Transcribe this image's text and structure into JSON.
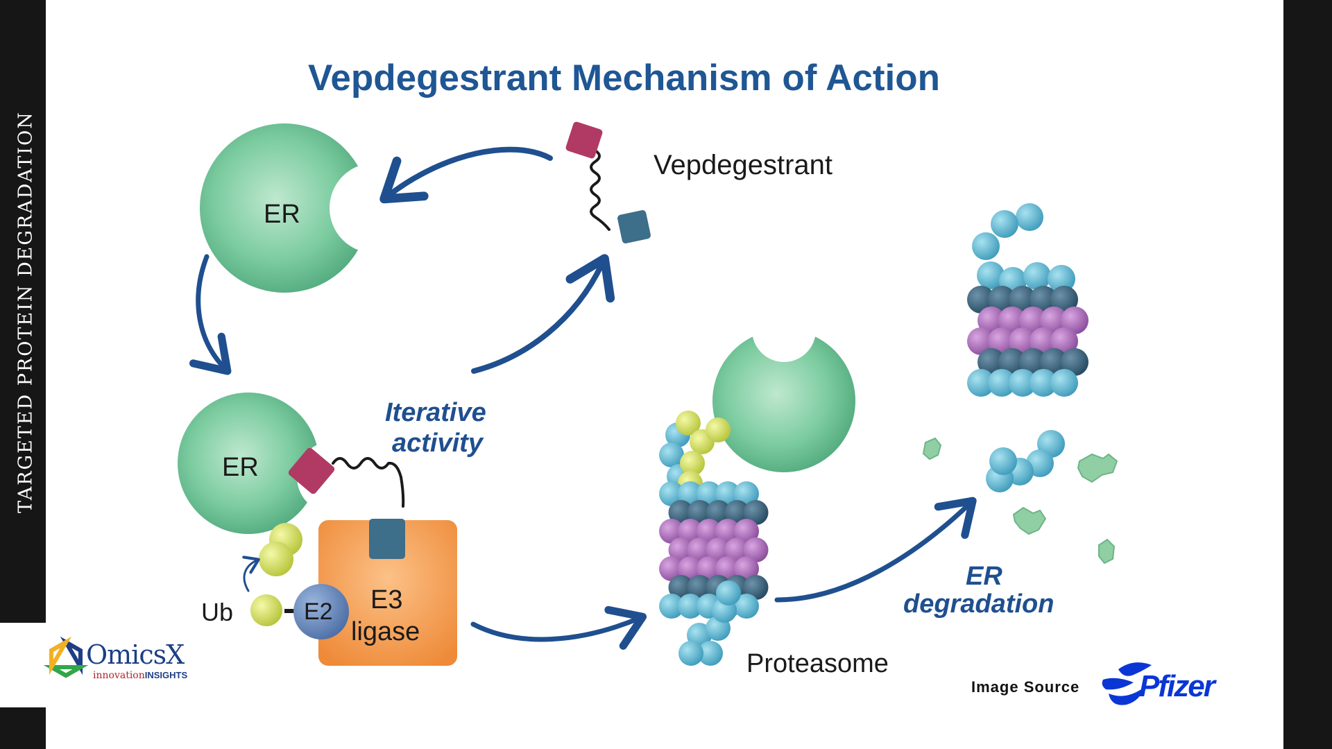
{
  "side_label": "TARGETED PROTEIN DEGRADATION",
  "title": "Vepdegestrant Mechanism of Action",
  "labels": {
    "er_top": "ER",
    "er_complex": "ER",
    "vepdegestrant": "Vepdegestrant",
    "iterative_line1": "Iterative",
    "iterative_line2": "activity",
    "ub": "Ub",
    "e2": "E2",
    "e3_line1": "E3",
    "e3_line2": "ligase",
    "proteasome": "Proteasome",
    "degradation_line1": "ER",
    "degradation_line2": "degradation"
  },
  "logos": {
    "omicsx_name": "OmicsX",
    "omicsx_tag_a": "innovation",
    "omicsx_tag_b": "INSIGHTS",
    "image_source": "Image Source",
    "pfizer": "Pfizer"
  },
  "colors": {
    "title": "#1f5694",
    "arrow": "#1f4f8f",
    "er_green": "#6dc296",
    "magenta": "#b03a64",
    "teal_square": "#3d6e8a",
    "e3_orange": "#f39a4c",
    "e2_blue": "#6a8cbf",
    "ub_yellow": "#d7e45a",
    "proteasome_light": "#5fb6cf",
    "proteasome_dark": "#33607a",
    "proteasome_purple": "#a766b5",
    "pfizer_blue": "#0b36d6"
  }
}
